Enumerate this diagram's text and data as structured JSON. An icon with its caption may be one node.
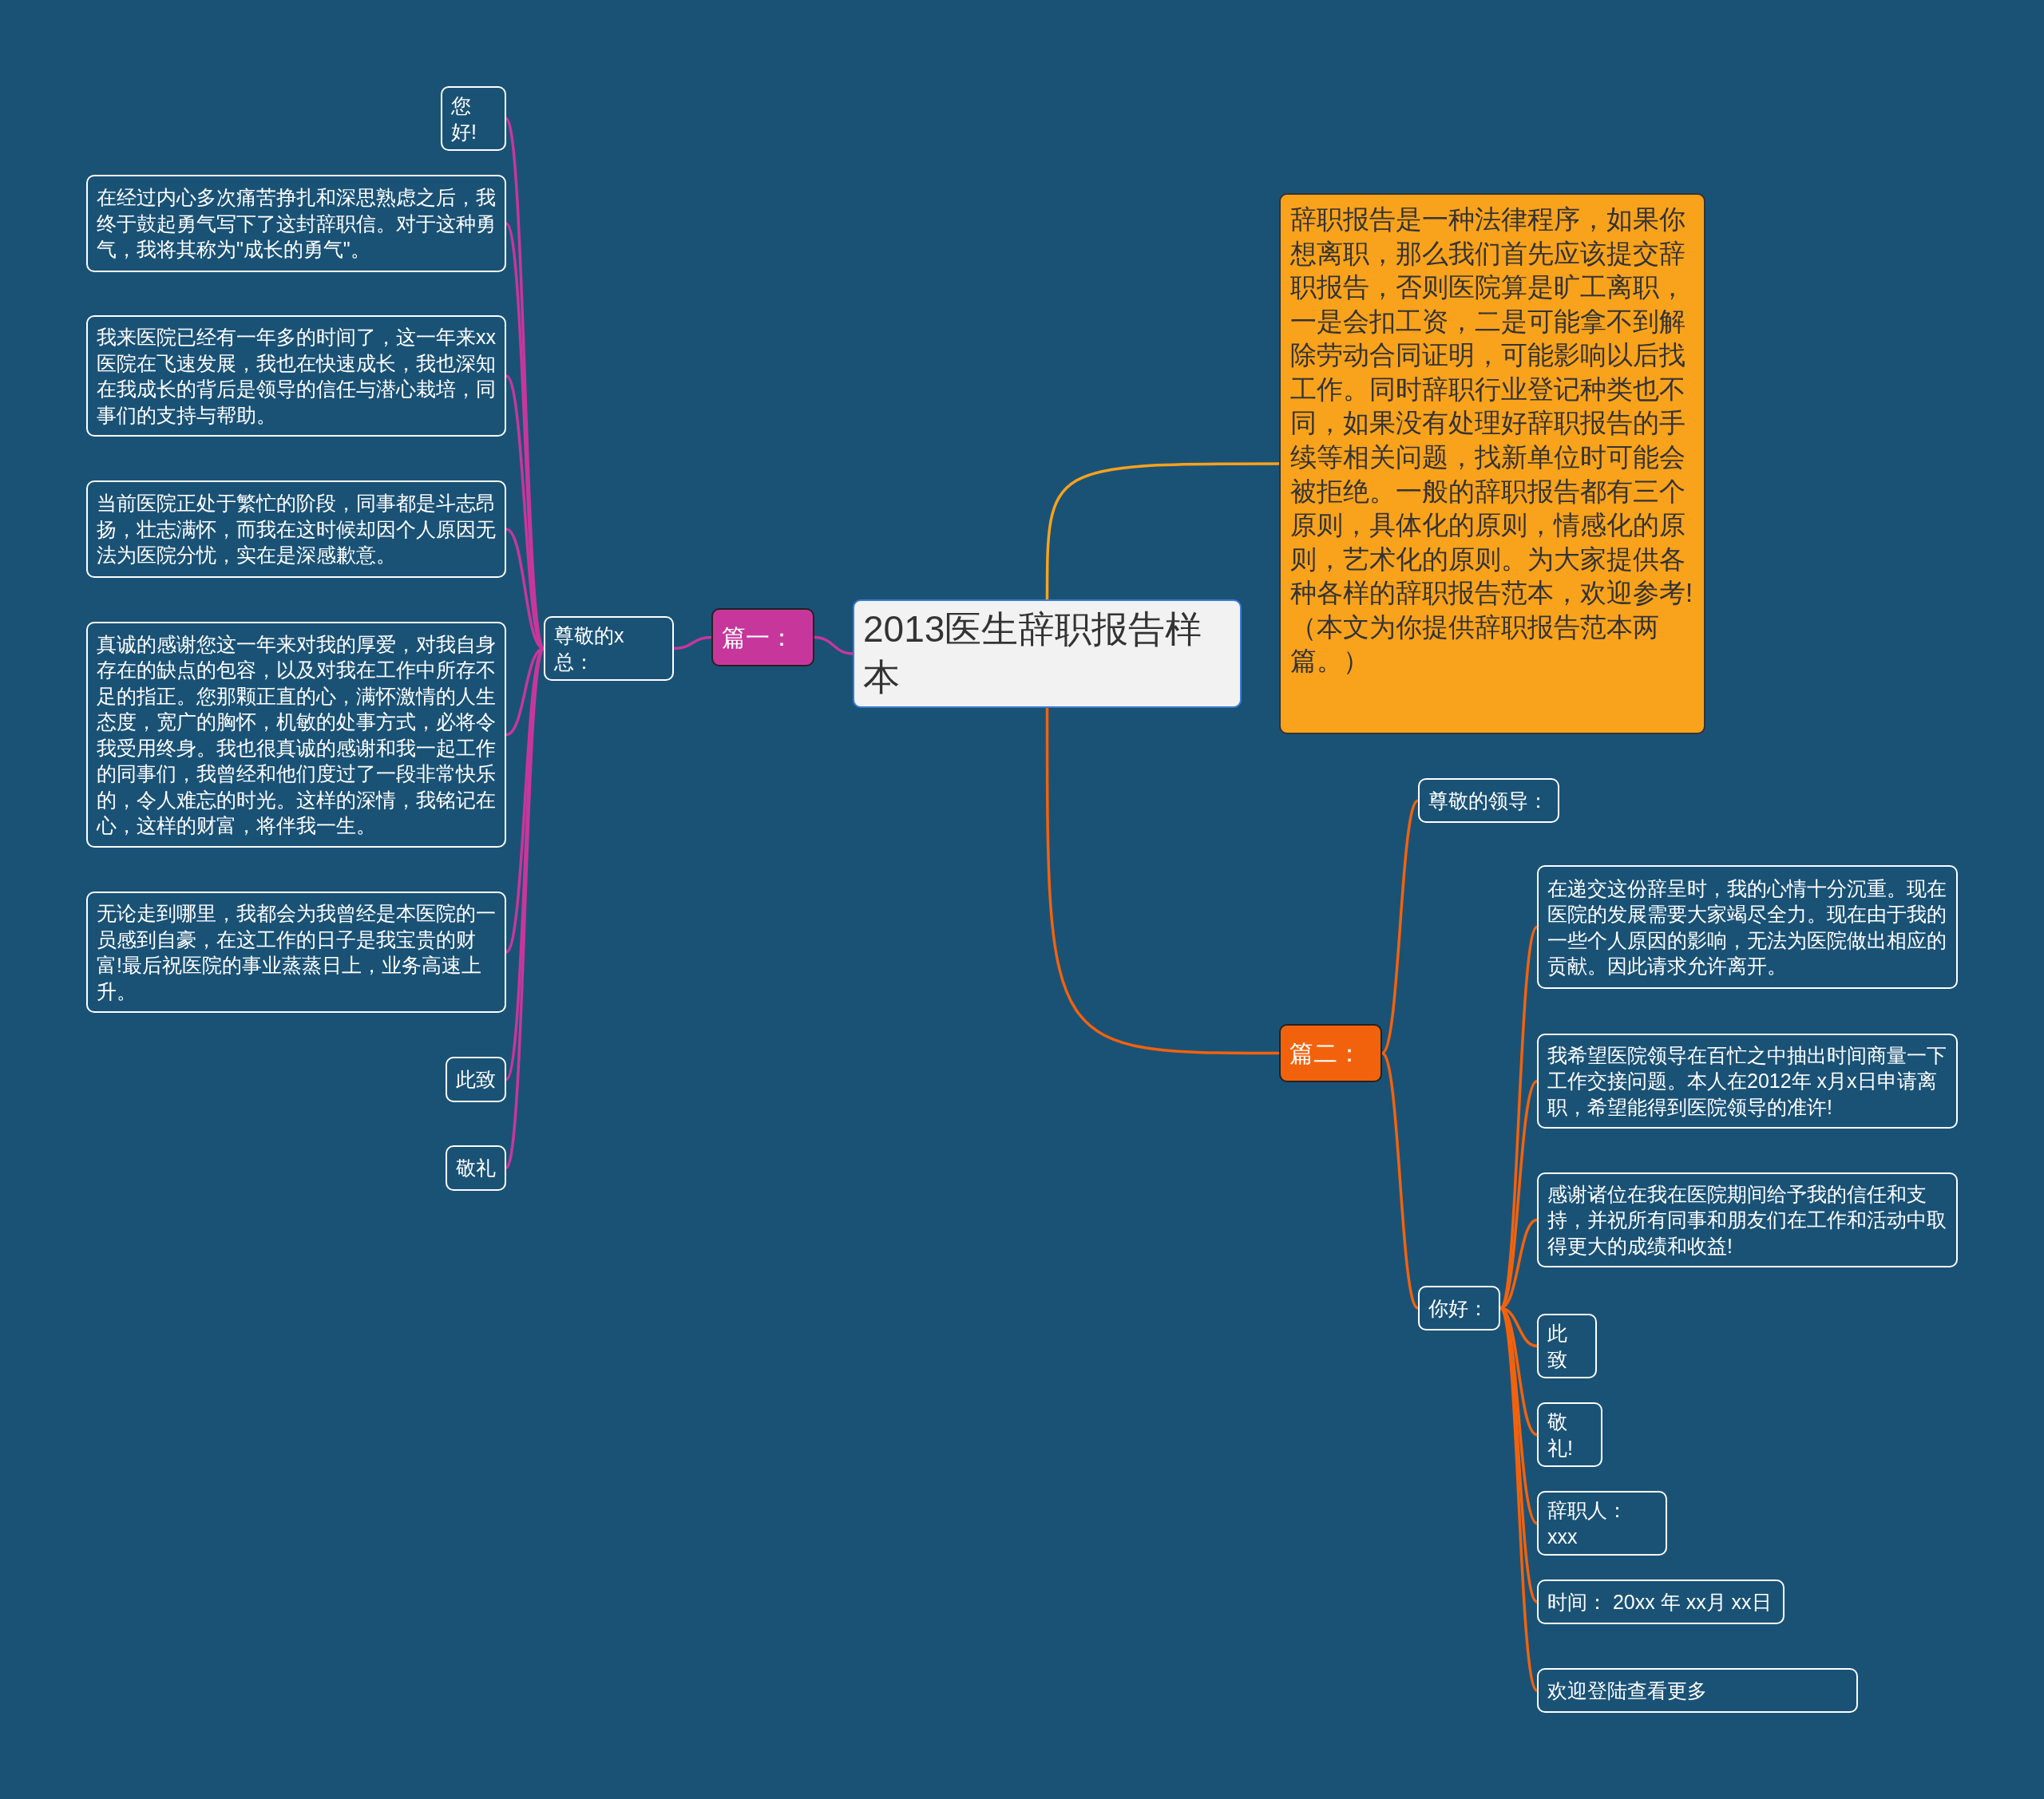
{
  "diagram": {
    "nodes": [
      {
        "text": [
          "2013医生辞职报告样本"
        ]
      },
      {
        "text": [
          "篇一："
        ]
      },
      {
        "text": [
          "尊敬的x总："
        ]
      },
      {
        "text": [
          "您好!"
        ]
      },
      {
        "text": [
          "在经过内心多次痛苦挣扎和深思熟虑之后，我终于鼓起勇气写下了这封辞职信。对于这种勇气，我将其称为\"成长的勇气\"。"
        ]
      },
      {
        "text": [
          "我来医院已经有一年多的时间了，这一年来xx医院在飞速发展，我也在快速成长，我也深知在我成长的背后是领导的信任与潜心栽培，同事们的支持与帮助。"
        ]
      },
      {
        "text": [
          "当前医院正处于繁忙的阶段，同事都是斗志昂扬，壮志满怀，而我在这时候却因个人原因无法为医院分忧，实在是深感歉意。"
        ]
      },
      {
        "text": [
          "真诚的感谢您这一年来对我的厚爱，对我自身存在的缺点的包容，以及对我在工作中所存不足的指正。您那颗正直的心，满怀激情的人生态度，宽广的胸怀，机敏的处事方式，必将令我受用终身。我也很真诚的感谢和我一起工作的同事们，我曾经和他们度过了一段非常快乐的，令人难忘的时光。这样的深情，我铭记在心，这样的财富，将伴我一生。"
        ]
      },
      {
        "text": [
          "无论走到哪里，我都会为我曾经是本医院的一员感到自豪，在这工作的日子是我宝贵的财富!最后祝医院的事业蒸蒸日上，业务高速上升。"
        ]
      },
      {
        "text": [
          "此致"
        ]
      },
      {
        "text": [
          "敬礼"
        ]
      },
      {
        "text": [
          "辞职报告是一种法律程序，如果你想离职，那么我们首先应该提交辞职报告，否则医院算是旷工离职，一是会扣工资，二是可能拿不到解除劳动合同证明，可能影响以后找工作。同时辞职行业登记种类也不同，如果没有处理好辞职报告的手续等相关问题，找新单位时可能会被拒绝。一般的辞职报告都有三个原则，具体化的原则，情感化的原则，艺术化的原则。为大家提供各种各样的辞职报告范本，欢迎参考!（本文为你提供辞职报告范本两篇。）"
        ]
      },
      {
        "text": [
          "篇二："
        ]
      },
      {
        "text": [
          "尊敬的领导："
        ]
      },
      {
        "text": [
          "你好："
        ]
      },
      {
        "text": [
          "在递交这份辞呈时，我的心情十分沉重。现在医院的发展需要大家竭尽全力。现在由于我的一些个人原因的影响，无法为医院做出相应的贡献。因此请求允许离开。"
        ]
      },
      {
        "text": [
          "我希望医院领导在百忙之中抽出时间商量一下工作交接问题。本人在2012年 x月x日申请离职，希望能得到医院领导的准许!"
        ]
      },
      {
        "text": [
          "感谢诸位在我在医院期间给予我的信任和支持，并祝所有同事和朋友们在工作和活动中取得更大的成绩和收益!"
        ]
      },
      {
        "text": [
          "此致"
        ]
      },
      {
        "text": [
          "敬礼!"
        ]
      },
      {
        "text": [
          "辞职人：xxx"
        ]
      },
      {
        "text": [
          "时间： 20xx 年 xx月 xx日"
        ]
      },
      {
        "text": [
          "欢迎登陆查看更多"
        ]
      }
    ],
    "edges": [
      {
        "from": 0,
        "to": 1,
        "arrow": "none",
        "color": "#c7379b"
      },
      {
        "from": 1,
        "to": 2,
        "arrow": "none",
        "color": "#c7379b"
      },
      {
        "from": 2,
        "to": 3,
        "arrow": "none",
        "color": "#c7379b"
      },
      {
        "from": 2,
        "to": 4,
        "arrow": "none",
        "color": "#c7379b"
      },
      {
        "from": 2,
        "to": 5,
        "arrow": "none",
        "color": "#c7379b"
      },
      {
        "from": 2,
        "to": 6,
        "arrow": "none",
        "color": "#c7379b"
      },
      {
        "from": 2,
        "to": 7,
        "arrow": "none",
        "color": "#c7379b"
      },
      {
        "from": 2,
        "to": 8,
        "arrow": "none",
        "color": "#c7379b"
      },
      {
        "from": 2,
        "to": 9,
        "arrow": "none",
        "color": "#c7379b"
      },
      {
        "from": 2,
        "to": 10,
        "arrow": "none",
        "color": "#c7379b"
      },
      {
        "from": 0,
        "to": 11,
        "arrow": "none",
        "color": "#f9a21c"
      },
      {
        "from": 0,
        "to": 12,
        "arrow": "none",
        "color": "#f2620d"
      },
      {
        "from": 12,
        "to": 13,
        "arrow": "none",
        "color": "#f2620d"
      },
      {
        "from": 12,
        "to": 14,
        "arrow": "none",
        "color": "#f2620d"
      },
      {
        "from": 14,
        "to": 15,
        "arrow": "none",
        "color": "#f2620d"
      },
      {
        "from": 14,
        "to": 16,
        "arrow": "none",
        "color": "#f2620d"
      },
      {
        "from": 14,
        "to": 17,
        "arrow": "none",
        "color": "#f2620d"
      },
      {
        "from": 14,
        "to": 18,
        "arrow": "none",
        "color": "#f2620d"
      },
      {
        "from": 14,
        "to": 19,
        "arrow": "none",
        "color": "#f2620d"
      },
      {
        "from": 14,
        "to": 20,
        "arrow": "none",
        "color": "#f2620d"
      },
      {
        "from": 14,
        "to": 21,
        "arrow": "none",
        "color": "#f2620d"
      },
      {
        "from": 14,
        "to": 22,
        "arrow": "none",
        "color": "#f2620d"
      }
    ]
  }
}
